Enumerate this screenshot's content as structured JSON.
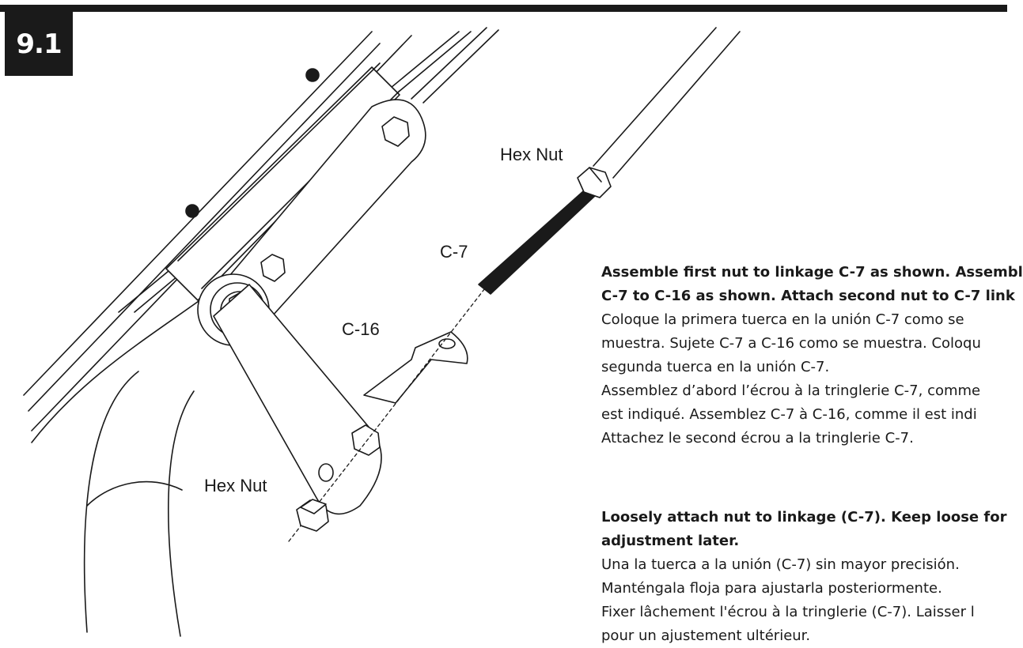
{
  "step": {
    "number": "9.1"
  },
  "callouts": {
    "hex_nut_top": "Hex Nut",
    "c7": "C-7",
    "c16": "C-16",
    "hex_nut_bottom": "Hex Nut"
  },
  "instructions": {
    "block1": {
      "en_line1": "Assemble first nut to linkage C-7 as shown. Assembl",
      "en_line2": "C-7 to C-16 as shown. Attach second nut to C-7 link",
      "es_line1": "Coloque la primera tuerca en la unión C-7 como se",
      "es_line2": "muestra. Sujete C-7 a C-16 como se muestra. Coloqu",
      "es_line3": "segunda tuerca en la unión C-7.",
      "fr_line1": "Assemblez d’abord l’écrou à la tringlerie C-7, comme",
      "fr_line2": "est indiqué. Assemblez C-7 à C-16, comme il est indi",
      "fr_line3": "Attachez le second écrou a la tringlerie C-7."
    },
    "block2": {
      "en_line1": "Loosely attach nut to linkage (C-7). Keep loose for",
      "en_line2": "adjustment later.",
      "es_line1": "Una la tuerca a la unión (C-7) sin mayor precisión.",
      "es_line2": "Manténgala floja para ajustarla posteriormente.",
      "fr_line1": "Fixer lâchement l'écrou à la tringlerie (C-7). Laisser l",
      "fr_line2": "pour un ajustement ultérieur."
    }
  },
  "colors": {
    "ink": "#1a1a1a",
    "paper": "#ffffff"
  }
}
